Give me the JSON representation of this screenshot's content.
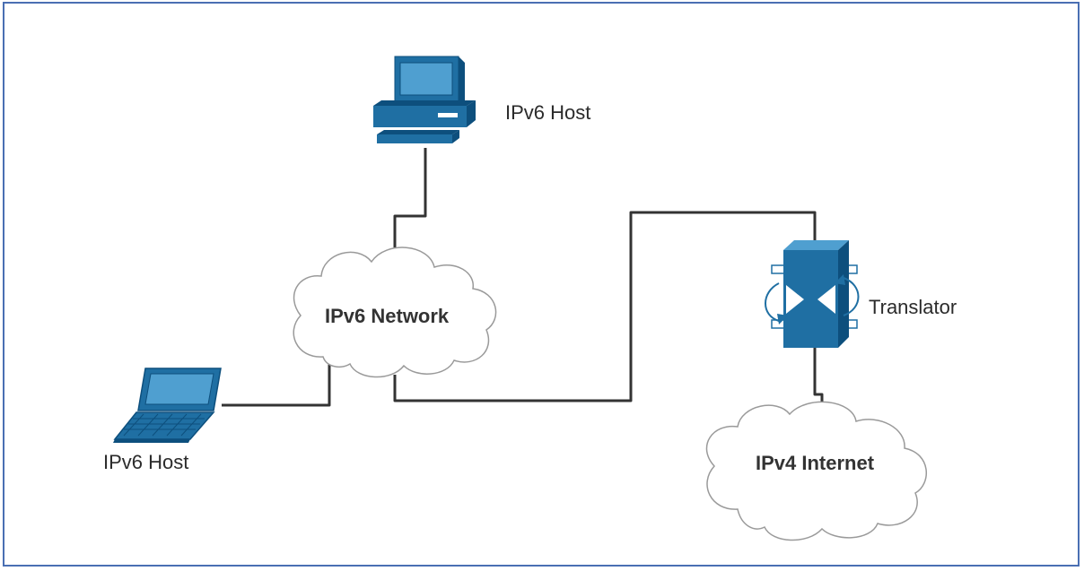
{
  "diagram": {
    "border_color": "#4a6fb3",
    "device_color": "#1f6fa3",
    "device_dark": "#0d4f7d",
    "link_color": "#333333",
    "nodes": {
      "desktop_host": {
        "label": "IPv6 Host",
        "icon": "desktop-computer-icon"
      },
      "laptop_host": {
        "label": "IPv6 Host",
        "icon": "laptop-icon"
      },
      "ipv6_network": {
        "label": "IPv6 Network",
        "icon": "cloud-icon"
      },
      "translator": {
        "label": "Translator",
        "icon": "translator-icon"
      },
      "ipv4_internet": {
        "label": "IPv4 Internet",
        "icon": "cloud-icon"
      }
    }
  }
}
